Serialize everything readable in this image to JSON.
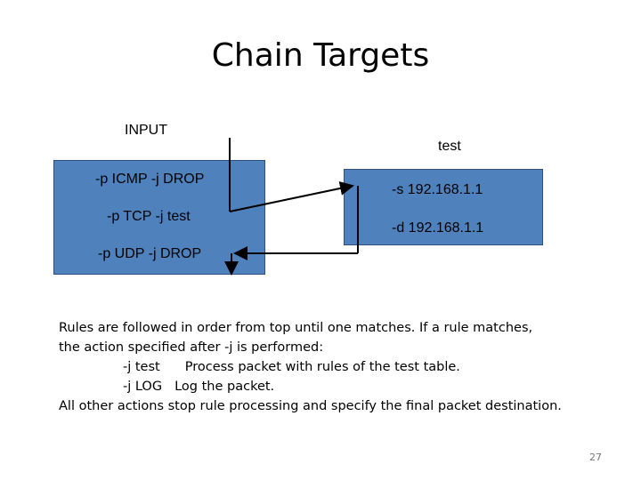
{
  "slide": {
    "title": "Chain Targets",
    "page_number": "27"
  },
  "diagram": {
    "input_chain": {
      "label": "INPUT",
      "rules": [
        "-p ICMP -j DROP",
        "-p TCP -j test",
        "-p UDP -j DROP"
      ]
    },
    "test_chain": {
      "label": "test",
      "rules": [
        "-s 192.168.1.1",
        "-d 192.168.1.1"
      ]
    },
    "colors": {
      "box_fill": "#4f81bd",
      "box_border": "#2f4f7f",
      "arrow": "#000000"
    }
  },
  "notes": {
    "line1": "Rules are followed in order from top until one matches.   If a rule matches,",
    "line2": "the action specified after -j is performed:",
    "line3_target": "-j test",
    "line3_desc": "Process packet with rules of the test table.",
    "line4_target": "-j LOG",
    "line4_desc": "Log the packet.",
    "line5": "All other actions stop rule processing and specify the final packet destination."
  }
}
